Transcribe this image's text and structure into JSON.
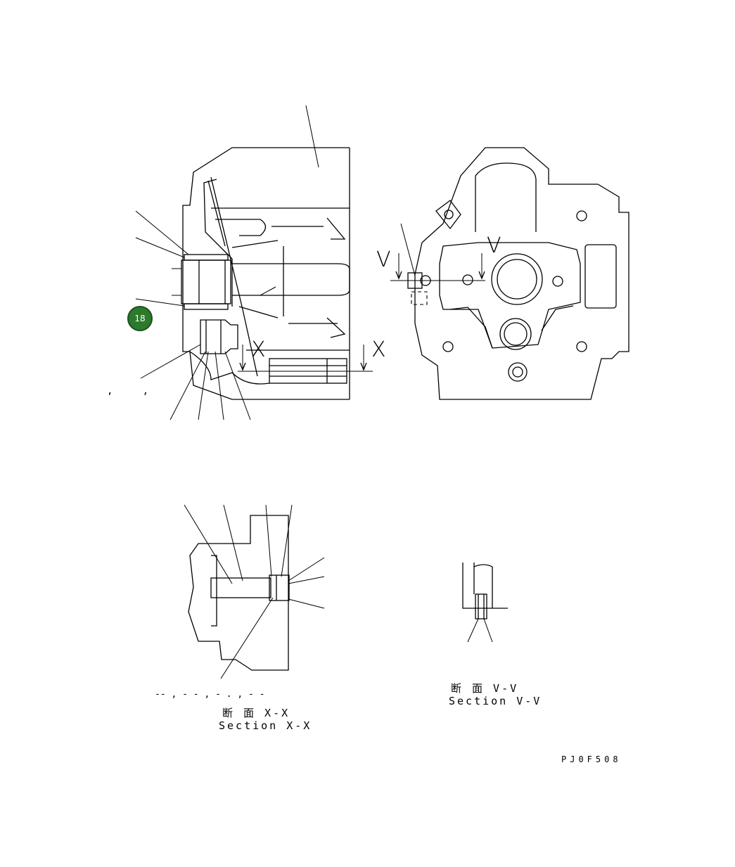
{
  "callout": {
    "number": "18"
  },
  "section_marks": {
    "v_left": "V",
    "v_right": "V",
    "x_left": "X",
    "x_right": "X"
  },
  "captions": {
    "xx_japanese": "断 面 X-X",
    "xx_english": "Section X-X",
    "vv_japanese": "断 面 V-V",
    "vv_english": "Section V-V"
  },
  "drawing_code": "PJ0F508",
  "fragments": {
    "left_commas": ",     ,",
    "dashes": "-- , - - , - . , - -"
  }
}
